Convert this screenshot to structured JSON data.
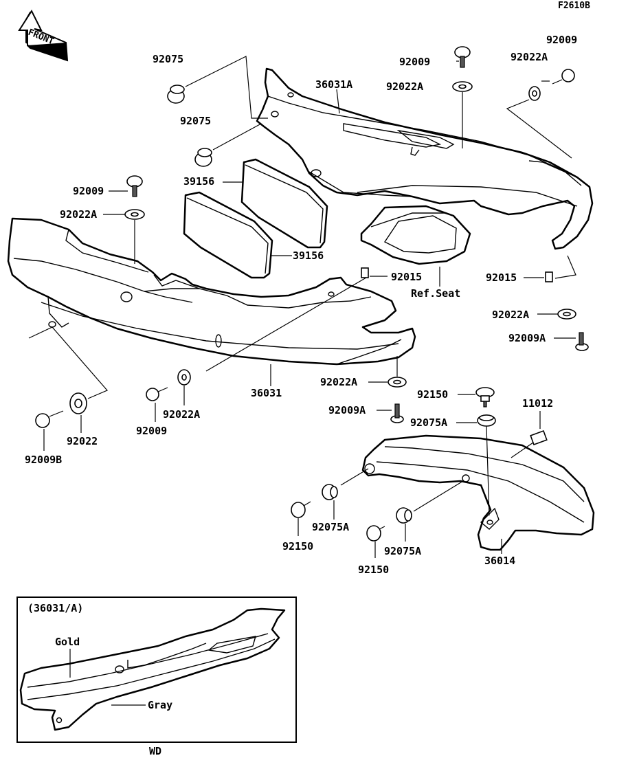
{
  "diagram_code": "F2610B",
  "front_label": "FRONT",
  "labels": {
    "p92075_top": "92075",
    "p92075_mid": "92075",
    "p36031A": "36031A",
    "p92009_top": "92009",
    "p92022A_top": "92022A",
    "p92009_right": "92009",
    "p92022A_right": "92022A",
    "p39156_a": "39156",
    "p39156_b": "39156",
    "p92009_left": "92009",
    "p92022A_left": "92022A",
    "p92015_mid": "92015",
    "ref_seat": "Ref.Seat",
    "p92015_right": "92015",
    "p92022A_lower_right": "92022A",
    "p92009A_right": "92009A",
    "p36031": "36031",
    "p92022A_lowmid": "92022A",
    "p92150_top": "92150",
    "p11012": "11012",
    "p92009A_mid": "92009A",
    "p92075A_top": "92075A",
    "p92009": "92009",
    "p92022A_bottom": "92022A",
    "p92009B": "92009B",
    "p92022": "92022",
    "p92150_left": "92150",
    "p92075A_left": "92075A",
    "p92150_bottom": "92150",
    "p92075A_bottom": "92075A",
    "p36014": "36014"
  },
  "inset": {
    "title": "(36031/A)",
    "gold_label": "Gold",
    "gray_label": "Gray",
    "footer": "WD"
  }
}
